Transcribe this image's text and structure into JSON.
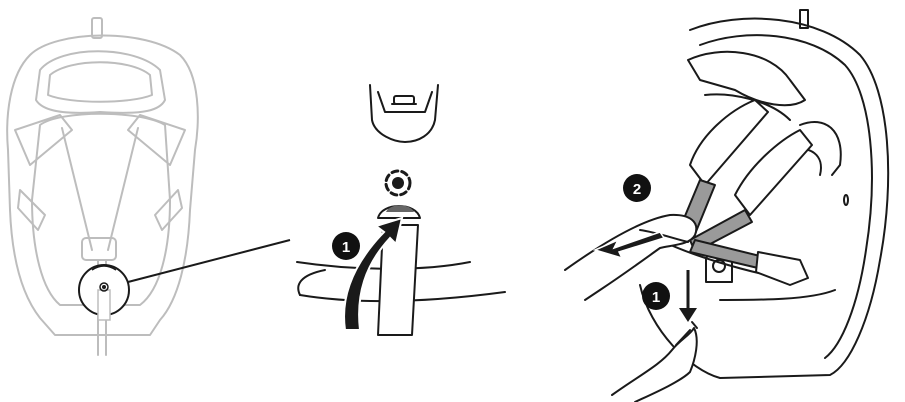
{
  "figure": {
    "panels": [
      {
        "id": "overview",
        "description_icon": "car-seat-front-view-icon"
      },
      {
        "id": "detail",
        "description_icon": "harness-adjuster-detail-icon"
      },
      {
        "id": "harness",
        "description_icon": "car-seat-side-view-icon"
      }
    ],
    "steps": {
      "detail_step": "1",
      "release_step": "1",
      "pull_step": "2"
    },
    "colors": {
      "line_dark": "#1a1a1a",
      "line_light": "#bdbdbd",
      "strap_fill": "#9a9a9a",
      "badge_fill": "#111111"
    }
  }
}
